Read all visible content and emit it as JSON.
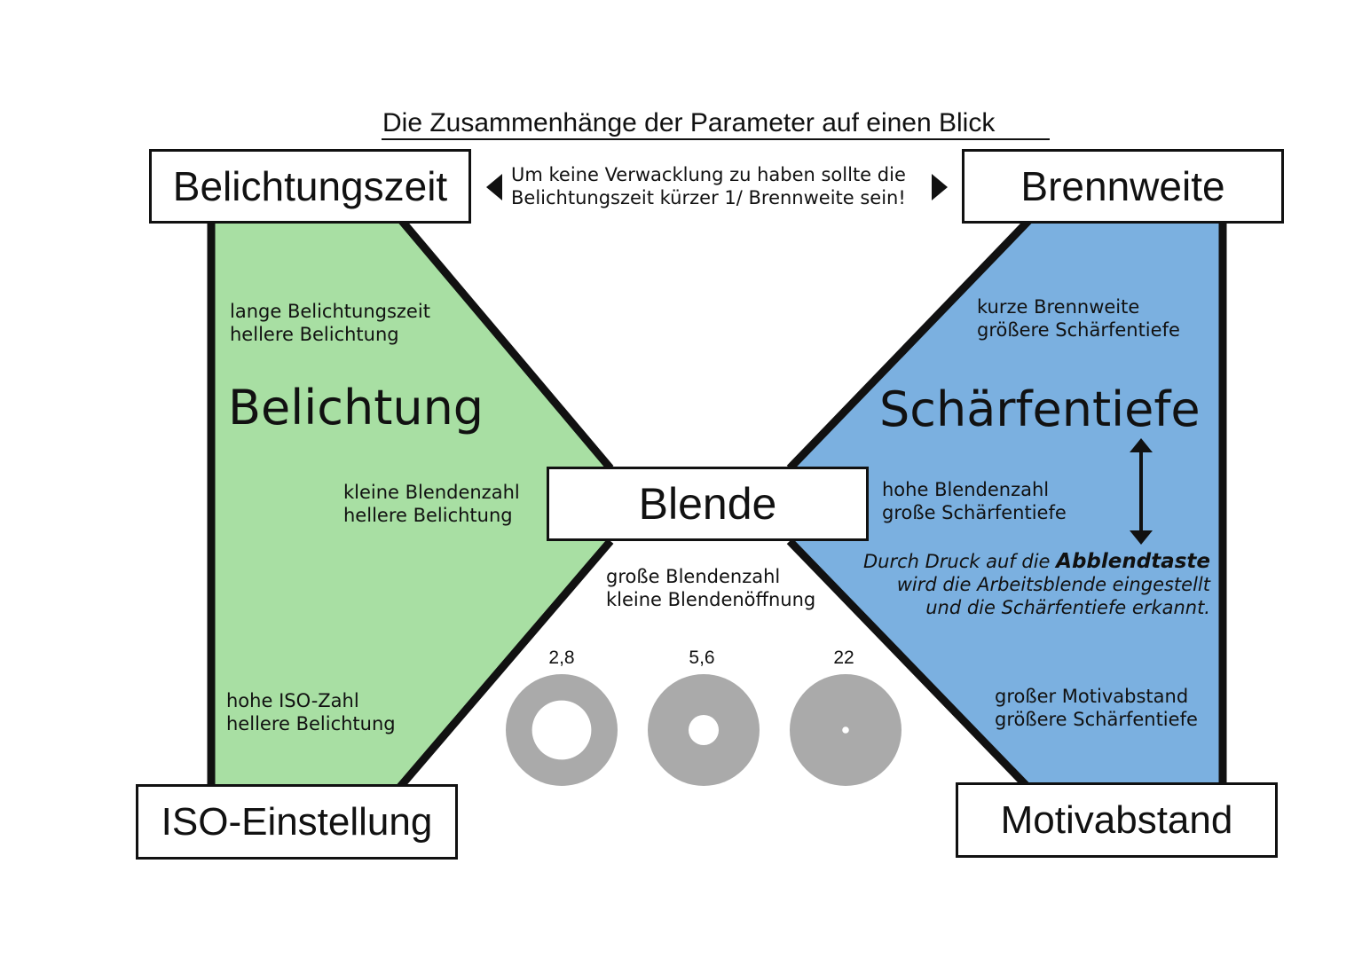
{
  "title": "Die Zusammenhänge der Parameter auf einen Blick",
  "boxes": {
    "belichtungszeit": "Belichtungszeit",
    "brennweite": "Brennweite",
    "blende": "Blende",
    "iso": "ISO-Einstellung",
    "motivabstand": "Motivabstand"
  },
  "top_note": {
    "line1": "Um keine Verwacklung zu haben sollte die",
    "line2": "Belichtungszeit kürzer  1/ Brennweite sein!"
  },
  "left_panel": {
    "heading": "Belichtung",
    "top_note": [
      "lange Belichtungszeit",
      "hellere Belichtung"
    ],
    "mid_note": [
      "kleine Blendenzahl",
      "hellere Belichtung"
    ],
    "bottom_note": [
      "hohe ISO-Zahl",
      "hellere Belichtung"
    ]
  },
  "right_panel": {
    "heading": "Schärfentiefe",
    "top_note": [
      "kurze Brennweite",
      "größere Schärfentiefe"
    ],
    "mid_note": [
      "hohe Blendenzahl",
      "große Schärfentiefe"
    ],
    "abblend_note": {
      "prefix": "Durch Druck auf die ",
      "bold": "Abblendtaste",
      "line2": "wird die Arbeitsblende eingestellt",
      "line3": "und die Schärfentiefe erkannt."
    },
    "bottom_note": [
      "großer Motivabstand",
      "größere Schärfentiefe"
    ]
  },
  "center_note": [
    "große Blendenzahl",
    "kleine Blendenöffnung"
  ],
  "apertures": [
    {
      "label": "2,8",
      "opening": 0.53
    },
    {
      "label": "5,6",
      "opening": 0.27
    },
    {
      "label": "22",
      "opening": 0.06
    }
  ],
  "colors": {
    "green": "#a8dfa3",
    "blue": "#7bb0e0",
    "aperture_gray": "#aaaaaa",
    "line": "#111111"
  }
}
